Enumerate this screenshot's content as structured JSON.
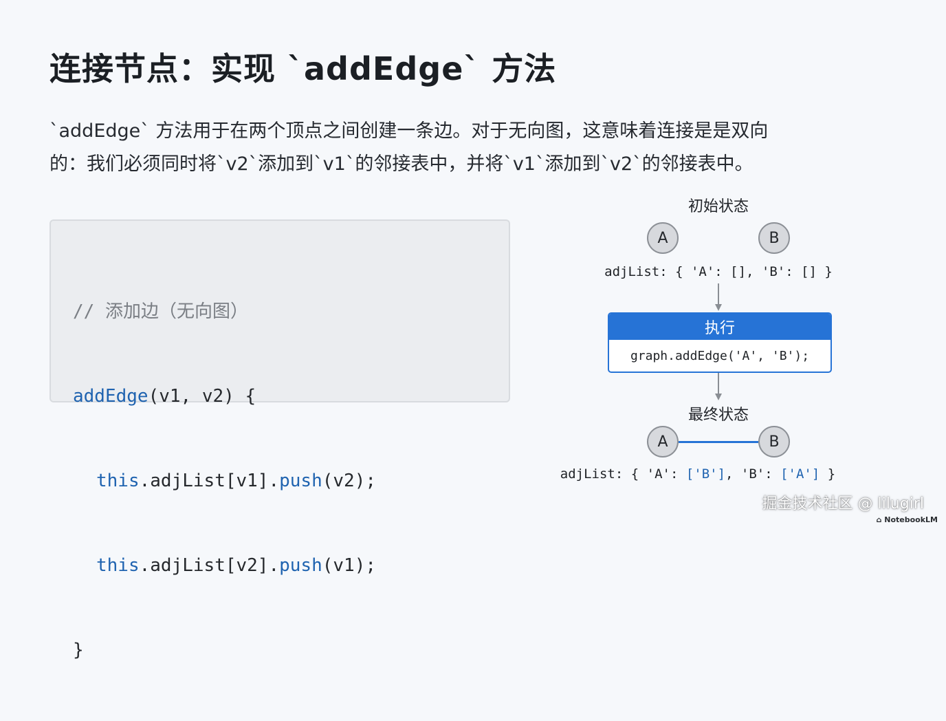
{
  "title": "连接节点：实现 `addEdge` 方法",
  "description": {
    "line1": "`addEdge` 方法用于在两个顶点之间创建一条边。对于无向图，这意味着连接是是双向",
    "line2": "的：我们必须同时将`v2`添加到`v1`的邻接表中，并将`v1`添加到`v2`的邻接表中。"
  },
  "code": {
    "comment": "// 添加边（无向图）",
    "fn_name": "addEdge",
    "fn_params": "(v1, v2) {",
    "stmt1": {
      "kw": "this",
      "mid": ".adjList[v1].",
      "method": "push",
      "tail": "(v2);"
    },
    "stmt2": {
      "kw": "this",
      "mid": ".adjList[v2].",
      "method": "push",
      "tail": "(v1);"
    },
    "close": "}"
  },
  "diagram": {
    "initial_label": "初始状态",
    "node_a": "A",
    "node_b": "B",
    "initial_adj": "adjList: { 'A': [], 'B': [] }",
    "exec_label": "执行",
    "exec_code": "graph.addEdge('A', 'B');",
    "final_label": "最终状态",
    "final_adj": {
      "p1": "adjList: { 'A': ",
      "v1": "['B']",
      "p2": ", 'B': ",
      "v2": "['A']",
      "p3": " }"
    }
  },
  "watermark": "掘金技术社区 @ lilugirl",
  "brand": "NotebookLM",
  "colors": {
    "accent": "#2673d6",
    "keyword": "#1f63b0",
    "background": "#f6f8fb",
    "code_bg": "#ebedf0"
  }
}
